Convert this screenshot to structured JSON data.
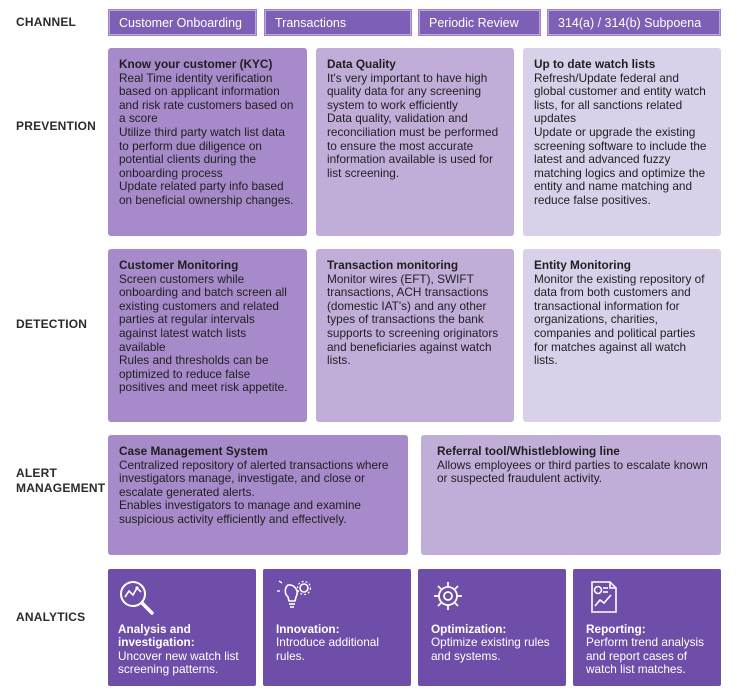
{
  "rows": {
    "channel": "CHANNEL",
    "prevention": "PREVENTION",
    "detection": "DETECTION",
    "alert_management": "ALERT\nMANAGEMENT",
    "analytics": "ANALYTICS"
  },
  "channels": [
    "Customer Onboarding",
    "Transactions",
    "Periodic Review",
    "314(a) / 314(b) Subpoena"
  ],
  "prevention": [
    {
      "title": "Know your customer (KYC)",
      "lines": [
        "Real Time identity verification based on applicant information and risk rate customers based on a score",
        "Utilize third party watch list data to perform due diligence on potential clients during the onboarding process",
        "Update related party info based on beneficial ownership changes."
      ]
    },
    {
      "title": "Data Quality",
      "lines": [
        "It's very important to have high quality data for any screening system to work efficiently",
        "Data quality, validation and reconciliation must be performed to ensure the most accurate information available is used for list screening."
      ]
    },
    {
      "title": "Up to date watch lists",
      "lines": [
        "Refresh/Update federal and global customer and entity watch lists, for all sanctions related updates",
        "Update or upgrade the existing screening software to include the latest and advanced fuzzy matching logics and optimize the entity and name matching and reduce false positives."
      ]
    }
  ],
  "detection": [
    {
      "title": "Customer Monitoring",
      "lines": [
        "Screen customers while onboarding and batch screen all existing customers and related parties at regular intervals against latest watch lists available",
        "Rules and thresholds can be optimized to reduce false positives and meet risk appetite."
      ]
    },
    {
      "title": "Transaction monitoring",
      "lines": [
        "Monitor wires (EFT), SWIFT transactions, ACH transactions (domestic IAT's) and any other types of transactions the bank supports to screening originators and beneficiaries against watch lists."
      ]
    },
    {
      "title": "Entity Monitoring",
      "lines": [
        "Monitor the existing repository of data from both customers and transactional information for organizations, charities, companies and political parties for matches against all watch lists."
      ]
    }
  ],
  "alert": [
    {
      "title": "Case Management System",
      "lines": [
        "Centralized repository of alerted transactions where investigators manage, investigate, and close or escalate generated alerts.",
        "Enables investigators to manage and examine suspicious activity efficiently and effectively."
      ]
    },
    {
      "title": "Referral tool/Whistleblowing line",
      "lines": [
        "Allows employees or third parties to escalate known or suspected fraudulent activity."
      ]
    }
  ],
  "analytics": [
    {
      "icon": "magnifier-chart-icon",
      "title": "Analysis and investigation:",
      "text": "Uncover new watch list screening patterns."
    },
    {
      "icon": "lightbulb-gear-icon",
      "title": "Innovation:",
      "text": "Introduce additional rules."
    },
    {
      "icon": "gear-icon",
      "title": "Optimization:",
      "text": "Optimize existing rules and systems."
    },
    {
      "icon": "report-chart-icon",
      "title": "Reporting:",
      "text": "Perform trend analysis and report cases of watch list matches."
    }
  ],
  "colors": {
    "dark": "#6e4ea8",
    "mid": "#a68ac9",
    "light": "#c0aed9",
    "pale": "#d9d0e9"
  }
}
